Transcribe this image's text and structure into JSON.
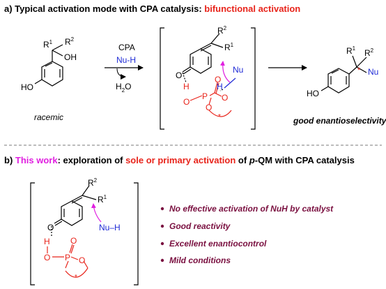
{
  "colors": {
    "black": "#000000",
    "red": "#e8241b",
    "blue": "#1f2bd6",
    "magenta": "#e020e0",
    "maroon": "#7a1040",
    "gray": "#7a7a7a"
  },
  "section_a": {
    "title_prefix": "a) Typical activation mode with CPA catalysis: ",
    "title_highlight": "bifunctional activation",
    "reactant": {
      "r1": "R",
      "r1_sup": "1",
      "r2": "R",
      "r2_sup": "2",
      "oh": "OH",
      "ho": "HO",
      "caption": "racemic"
    },
    "arrow1": {
      "top": "CPA",
      "middle": "Nu-H",
      "bottom": "H",
      "bottom_sub": "2",
      "bottom_tail": "O"
    },
    "ts": {
      "r2": "R",
      "r2_sup": "2",
      "r1": "R",
      "r1_sup": "1",
      "o_ring": "O",
      "nu": "Nu",
      "h1": "H",
      "o1": "O",
      "p": "P",
      "o2": "O",
      "o3": "O",
      "h2": "H",
      "o4": "O",
      "star": "*"
    },
    "product": {
      "r1": "R",
      "r1_sup": "1",
      "r2": "R",
      "r2_sup": "2",
      "star": "*",
      "nu": "Nu",
      "ho": "HO",
      "caption": "good enantioselectivity"
    }
  },
  "section_b": {
    "title_part1": "b) ",
    "title_this_work": "This work",
    "title_part2": ": exploration of ",
    "title_highlight": "sole or primary activation",
    "title_part3": " of ",
    "title_p": "p",
    "title_part4": "-QM with CPA catalysis",
    "ts": {
      "r2": "R",
      "r2_sup": "2",
      "r1": "R",
      "r1_sup": "1",
      "o_ring": "O",
      "nuh": "Nu–H",
      "h1": "H",
      "o1": "O",
      "p": "P",
      "o2": "O",
      "o3": "O",
      "star": "*"
    },
    "bullets": [
      "No effective activation of NuH by catalyst",
      "Good reactivity",
      "Excellent enantiocontrol",
      "Mild conditions"
    ]
  }
}
